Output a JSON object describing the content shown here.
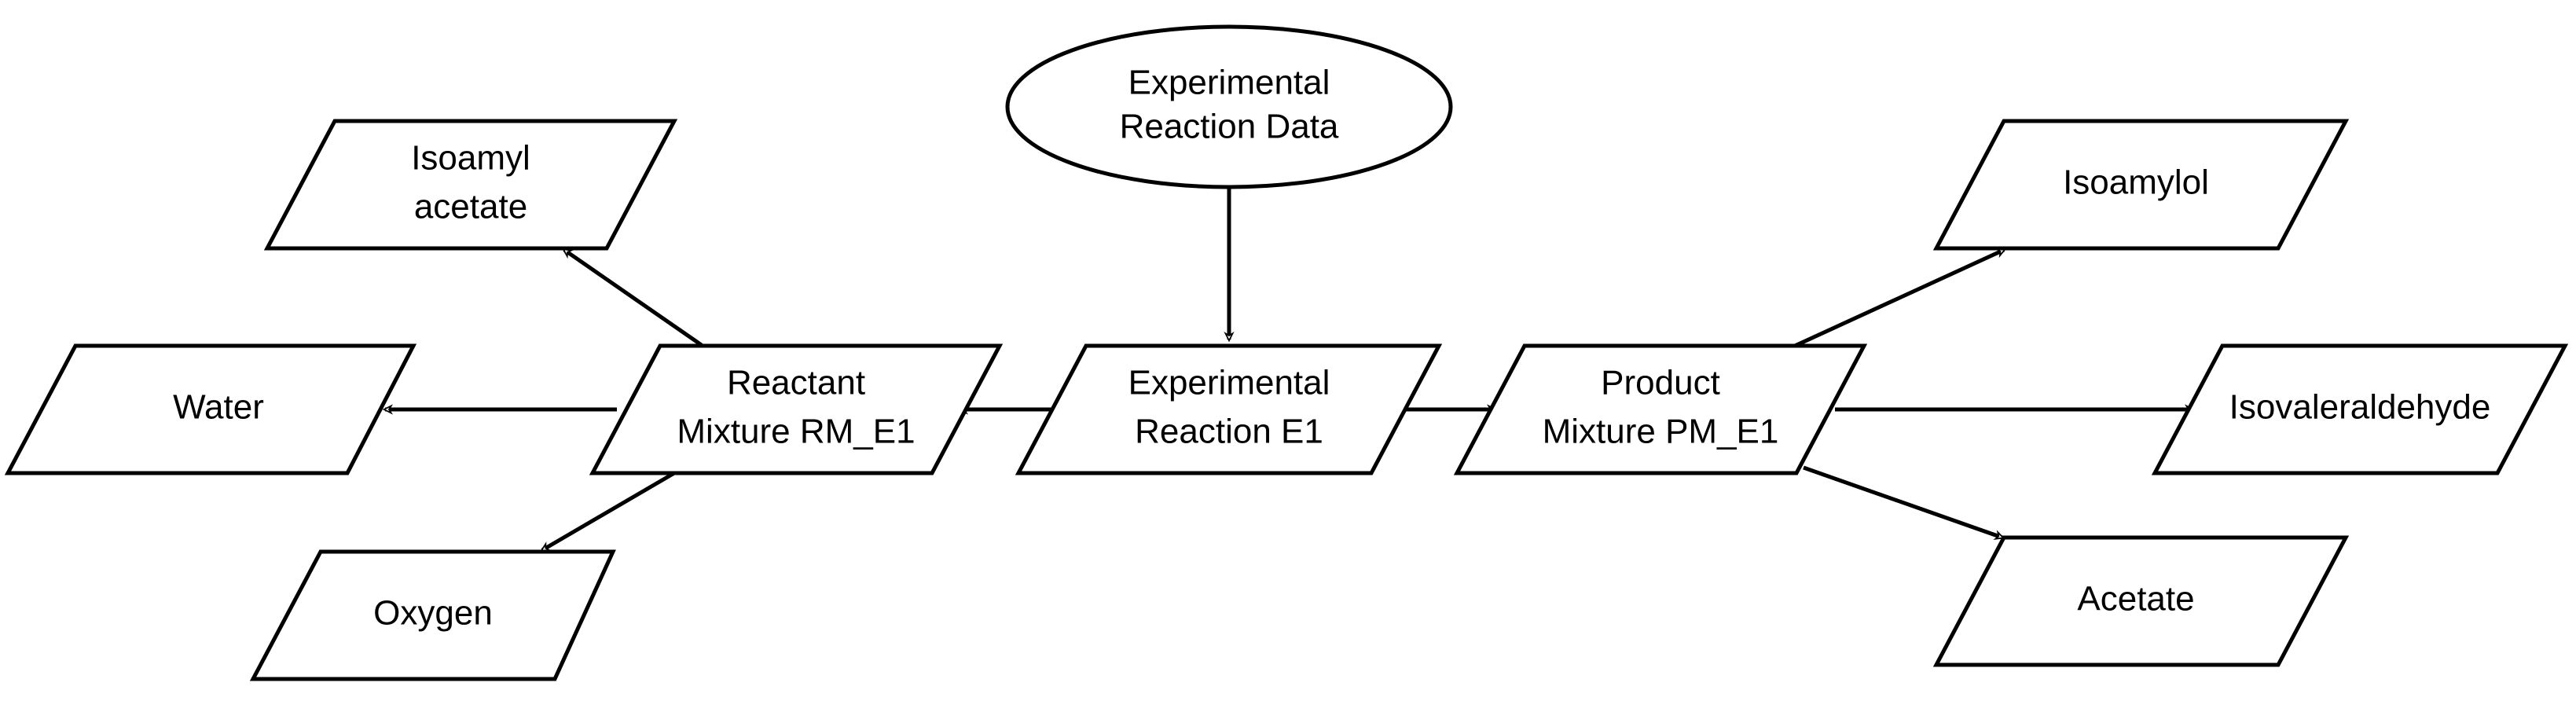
{
  "diagram": {
    "nodes": {
      "experimental_reaction_data": {
        "line1": "Experimental",
        "line2": "Reaction Data",
        "shape": "ellipse"
      },
      "experimental_reaction": {
        "line1": "Experimental",
        "line2": "Reaction E1",
        "shape": "parallelogram"
      },
      "reactant_mixture": {
        "line1": "Reactant",
        "line2": "Mixture RM_E1",
        "shape": "parallelogram"
      },
      "product_mixture": {
        "line1": "Product",
        "line2": "Mixture PM_E1",
        "shape": "parallelogram"
      },
      "isoamyl_acetate": {
        "line1": "Isoamyl",
        "line2": "acetate",
        "shape": "parallelogram"
      },
      "water": {
        "label": "Water",
        "shape": "parallelogram"
      },
      "oxygen": {
        "label": "Oxygen",
        "shape": "parallelogram"
      },
      "isoamylol": {
        "label": "Isoamylol",
        "shape": "parallelogram"
      },
      "isovaleraldehyde": {
        "label": "Isovaleraldehyde",
        "shape": "parallelogram"
      },
      "acetate": {
        "label": "Acetate",
        "shape": "parallelogram"
      }
    },
    "edges": [
      {
        "from": "experimental_reaction_data",
        "to": "experimental_reaction"
      },
      {
        "from": "experimental_reaction",
        "to": "reactant_mixture"
      },
      {
        "from": "experimental_reaction",
        "to": "product_mixture"
      },
      {
        "from": "reactant_mixture",
        "to": "isoamyl_acetate"
      },
      {
        "from": "reactant_mixture",
        "to": "water"
      },
      {
        "from": "reactant_mixture",
        "to": "oxygen"
      },
      {
        "from": "product_mixture",
        "to": "isoamylol"
      },
      {
        "from": "product_mixture",
        "to": "isovaleraldehyde"
      },
      {
        "from": "product_mixture",
        "to": "acetate"
      }
    ],
    "colors": {
      "stroke": "#000000",
      "fill": "#ffffff",
      "text": "#000000"
    }
  }
}
